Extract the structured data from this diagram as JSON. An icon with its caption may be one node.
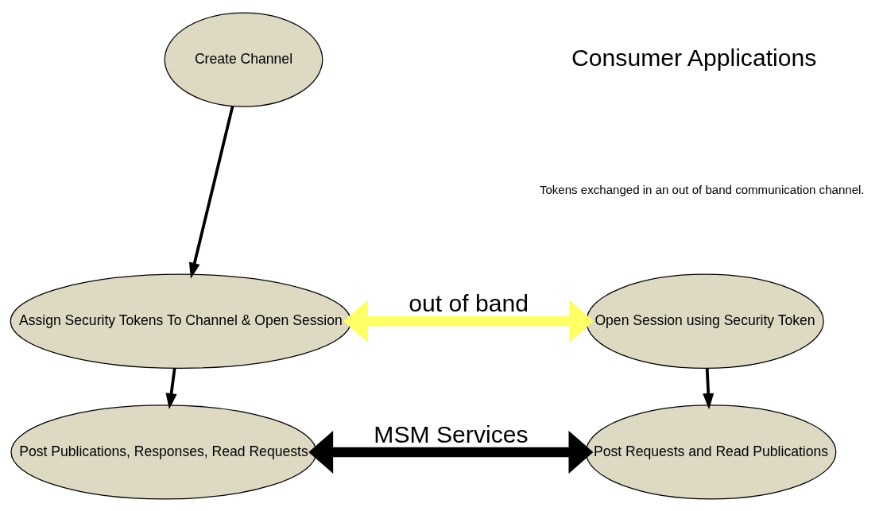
{
  "diagram": {
    "nodes": [
      {
        "text": [
          "Create Channel"
        ]
      },
      {
        "text": [
          "Assign Security Tokens To Channel & Open Session"
        ]
      },
      {
        "text": [
          "Post Publications, Responses, Read Requests"
        ]
      },
      {
        "text": [
          "Open Session using Security Token"
        ]
      },
      {
        "text": [
          "Post Requests and Read Publications"
        ]
      }
    ],
    "edges": [
      {
        "from": 0,
        "to": 1,
        "arrow": "to"
      },
      {
        "from": 1,
        "to": 2,
        "arrow": "to"
      },
      {
        "from": 3,
        "to": 4,
        "arrow": "to"
      },
      {
        "from": 1,
        "to": 3,
        "arrow": "both",
        "label": "out of band",
        "style": "thick",
        "color": "#ffff66"
      },
      {
        "from": 2,
        "to": 4,
        "arrow": "both",
        "label": "MSM Services",
        "style": "thick"
      }
    ],
    "labels": [
      "Consumer Applications",
      "Tokens exchanged in an out of band communication channel."
    ]
  }
}
